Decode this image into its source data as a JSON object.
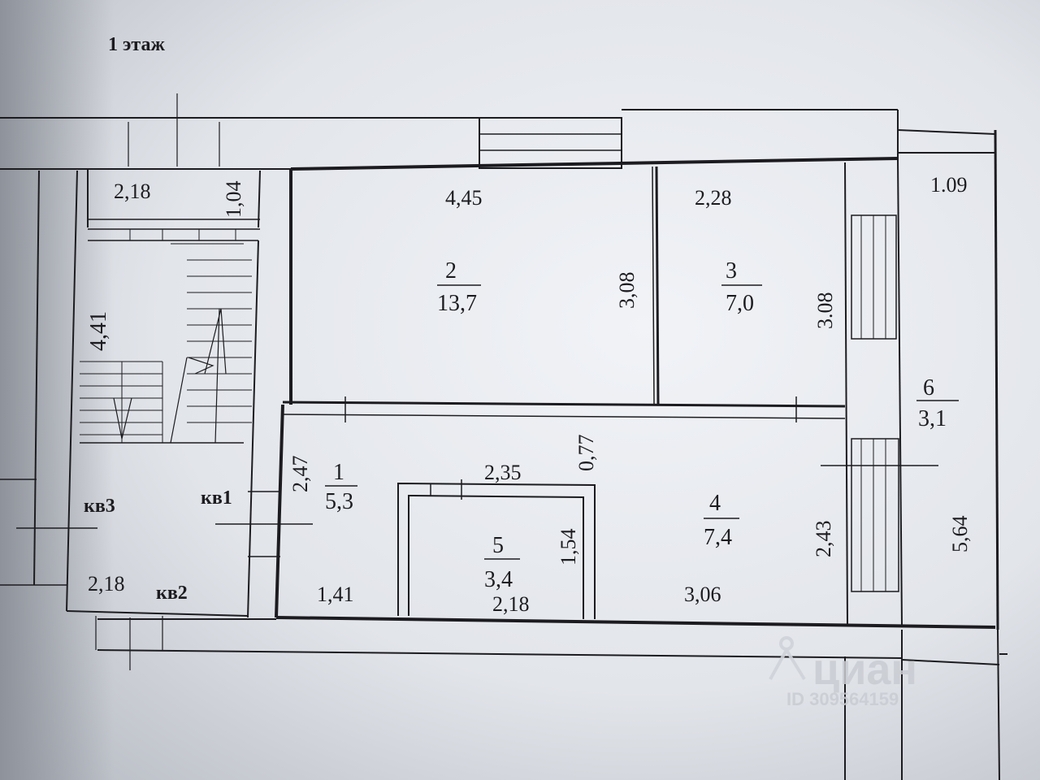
{
  "floor_title": "1 этаж",
  "rooms": [
    {
      "number": "1",
      "area": "5,3"
    },
    {
      "number": "2",
      "area": "13,7"
    },
    {
      "number": "3",
      "area": "7,0"
    },
    {
      "number": "4",
      "area": "7,4"
    },
    {
      "number": "5",
      "area": "3,4"
    },
    {
      "number": "6",
      "area": "3,1"
    }
  ],
  "dimensions": {
    "d_2_18_top": "2,18",
    "d_1_04": "1,04",
    "d_4_41": "4,41",
    "d_2_18_bottom": "2,18",
    "d_4_45": "4,45",
    "d_3_08_room2": "3,08",
    "d_2_28": "2,28",
    "d_3_08_room3": "3.08",
    "d_1_09": "1.09",
    "d_2_47": "2,47",
    "d_0_77": "0,77",
    "d_2_35": "2,35",
    "d_1_54": "1,54",
    "d_1_41": "1,41",
    "d_2_18_room5": "2,18",
    "d_2_43": "2,43",
    "d_3_06": "3,06",
    "d_5_64": "5,64"
  },
  "neighbor_labels": {
    "kv1": "кв1",
    "kv2": "кв2",
    "kv3": "кв3"
  },
  "watermark": {
    "brand": "циан",
    "id": "ID 309564159"
  },
  "colors": {
    "paper_light": "#eef0f4",
    "paper_shadow": "#9a9ea6",
    "ink": "#1c1c20"
  }
}
